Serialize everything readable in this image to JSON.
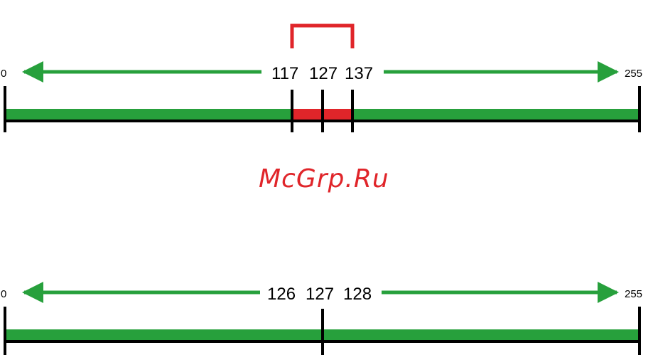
{
  "colors": {
    "bar": "#27a03c",
    "highlight": "#e0252a",
    "tick": "#000000",
    "watermark": "#e0252a"
  },
  "scale": {
    "min": 0,
    "max": 255
  },
  "top_scale": {
    "min_label": "0",
    "max_label": "255",
    "marks": [
      {
        "value": 117,
        "label": "117"
      },
      {
        "value": 127,
        "label": "127"
      },
      {
        "value": 137,
        "label": "137"
      }
    ],
    "highlight_range": [
      117,
      137
    ],
    "bracket": true
  },
  "bottom_scale": {
    "min_label": "0",
    "max_label": "255",
    "marks": [
      {
        "value": 127,
        "label": "127"
      }
    ],
    "labels": [
      "126",
      "127",
      "128"
    ]
  },
  "watermark": "McGrp.Ru"
}
